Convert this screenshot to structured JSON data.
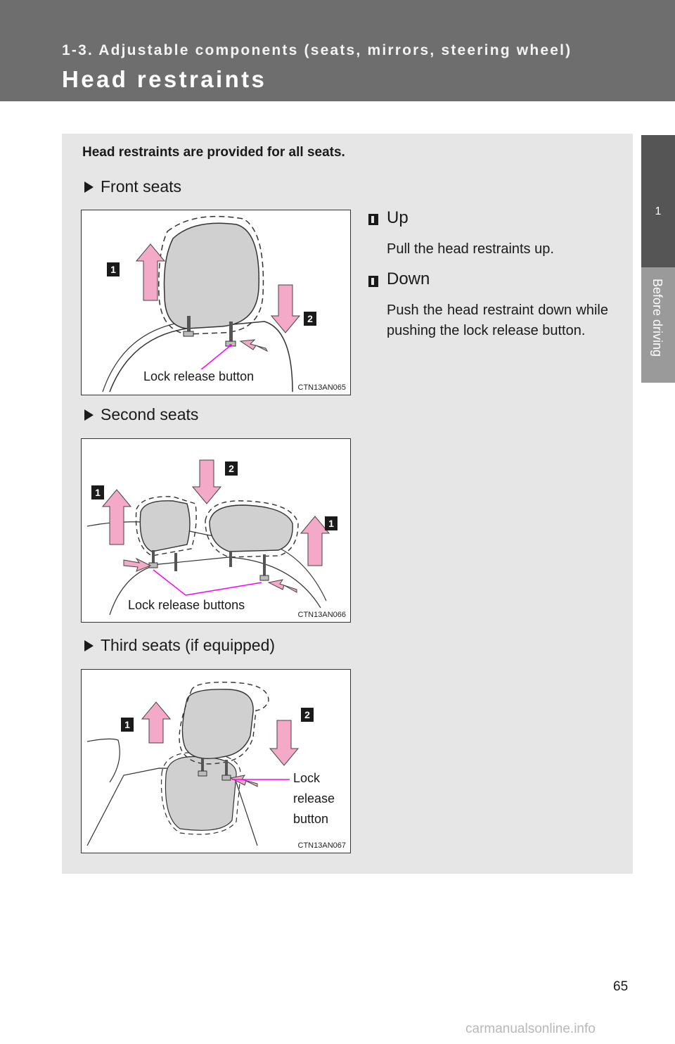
{
  "header": {
    "chapter": "1-3. Adjustable components (seats, mirrors, steering wheel)",
    "title": "Head restraints"
  },
  "side_tab": {
    "number": "1",
    "label": "Before driving"
  },
  "intro": "Head restraints are provided for all seats.",
  "sections": [
    {
      "label": "Front seats",
      "figure_code": "CTN13AN065",
      "caption": "Lock release button"
    },
    {
      "label": "Second seats",
      "figure_code": "CTN13AN066",
      "caption": "Lock release buttons"
    },
    {
      "label": "Third seats (if equipped)",
      "figure_code": "CTN13AN067",
      "caption_lines": [
        "Lock",
        "release",
        "button"
      ]
    }
  ],
  "steps": [
    {
      "title": "Up",
      "description": "Pull the head restraints up."
    },
    {
      "title": "Down",
      "description": "Push the head restraint down while pushing the lock release button."
    }
  ],
  "badges": {
    "one": "1",
    "two": "2"
  },
  "page_number": "65",
  "watermark": "carmanualsonline.info",
  "colors": {
    "header": "#6e6e6e",
    "panel": "#e6e6e6",
    "arrow": "#f4a9c8",
    "leader": "#ff00ff"
  }
}
